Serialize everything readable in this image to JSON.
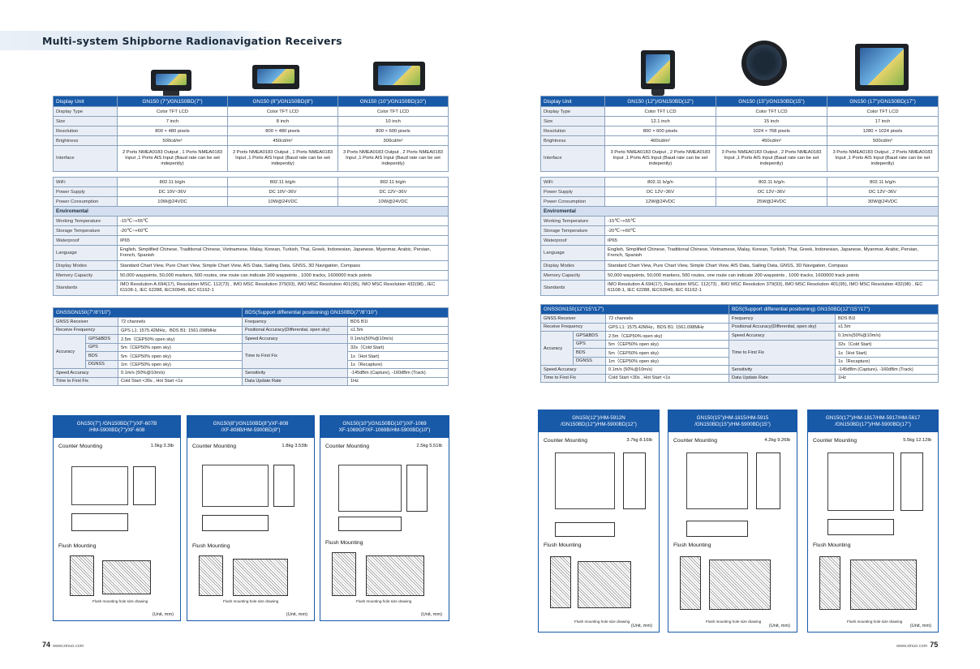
{
  "title": "Multi-system Shipborne Radionavigation Receivers",
  "footer": {
    "left_page": "74",
    "right_page": "75",
    "site": "www.xinuo.com"
  },
  "left": {
    "headers": [
      "Display Unit",
      "GN150 (7\")/GN150BD(7\")",
      "GN150 (8\")/GN150BD(8\")",
      "GN150 (10\")/GN150BD(10\")"
    ],
    "display": [
      [
        "Display Type",
        "Color TFT LCD",
        "Color TFT LCD",
        "Color TFT LCD"
      ],
      [
        "Size",
        "7 inch",
        "8 inch",
        "10 inch"
      ],
      [
        "Resolution",
        "800 × 480 pixels",
        "800 × 480 pixels",
        "800 × 600 pixels"
      ],
      [
        "Brightness",
        "500cd/m²",
        "450cd/m²",
        "300cd/m²"
      ]
    ],
    "interface": [
      "Interface",
      "2 Ports NMEA0183 Output , 1 Ports NMEA0183 Input ,1 Ports AIS Input (Baud rate can be set indepently)",
      "2 Ports NMEA0183 Output , 1 Ports NMEA0183 Input ,1 Ports AIS Input (Baud rate can be set indepently)",
      "3 Ports NMEA0183 Output , 2 Ports NMEA0183 Input ,1 Ports AIS Input (Baud rate can be set indepently)"
    ],
    "power": [
      [
        "WiFi",
        "802.11 b/g/n",
        "802.11 b/g/n",
        "802.11 b/g/n"
      ],
      [
        "Power Supply",
        "DC 10V~36V",
        "DC 10V~36V",
        "DC 12V~36V"
      ],
      [
        "Power Consumption",
        "10W@24VDC",
        "10W@24VDC",
        "10W@24VDC"
      ]
    ],
    "env_title": "Enviromental",
    "env": [
      [
        "Working Temperature",
        "-15℃~+55℃"
      ],
      [
        "Storage Temperature",
        "-20℃~+60℃"
      ],
      [
        "Waterproof",
        "IP65"
      ]
    ],
    "language": [
      "Language",
      "English, Simplified Chinese, Traditional Chinese, Vietnamese, Malay, Korean, Turkish, Thai, Greek, Indonesian, Japanese, Myanmar, Arabic, Persian, French, Spanish"
    ],
    "modes": [
      [
        "Display Modes",
        "Standard Chart View, Pure Chart View, Simple Chart View, AIS Data, Sailing Data, GNSS, 3D Navigation, Compass"
      ],
      [
        "Memory Capacity",
        "50,000 waypoints, 50,000 markers, 500 routes, one route can indicate 200 waypoints , 1000 tracks, 1600000 track points"
      ]
    ],
    "standards": [
      "Standards",
      "IMO Resolution A.694(17), Resolution MSC. 112(73) , IMO MSC Resolution 379(93), IMO MSC Resolution 401(95), IMO MSC Resolution 432(98) , IEC 61108-1, IEC 62288, IEC60945, IEC 61162-1"
    ],
    "gnss_title": "GNSSGN150(7\"/8\"/10\")",
    "bds_title": "BDS(Support differential positioning) GN150BD(7\"/8\"/10\")"
  },
  "right": {
    "headers": [
      "Display Unit",
      "GN150 (12\")/GN150BD(12\")",
      "GN150 (15\")/GN150BD(15\")",
      "GN150 (17\")/GN150BD(17\")"
    ],
    "display": [
      [
        "Display Type",
        "Color TFT LCD",
        "Color TFT LCD",
        "Color TFT LCD"
      ],
      [
        "Size",
        "12.1 inch",
        "15 inch",
        "17 inch"
      ],
      [
        "Resolution",
        "800 × 600 pixels",
        "1024 × 768 pixels",
        "1280 × 1024 pixels"
      ],
      [
        "Brightness",
        "400cd/m²",
        "450cd/m²",
        "500cd/m²"
      ]
    ],
    "interface": [
      "Interface",
      "3 Ports NMEA0183 Output , 2 Ports NMEA0183 Input ,1 Ports AIS Input (Baud rate can be set indepently)",
      "3 Ports NMEA0183 Output , 2 Ports NMEA0183 Input ,1 Ports AIS Input (Baud rate can be set indepently)",
      "3 Ports NMEA0183 Output , 2 Ports NMEA0183 Input ,1 Ports AIS Input (Baud rate can be set indepently)"
    ],
    "power": [
      [
        "WiFi",
        "802.11 b/g/n",
        "802.11 b/g/n",
        "802.11 b/g/n"
      ],
      [
        "Power Supply",
        "DC 12V~36V",
        "DC 12V~36V",
        "DC 12V~36V"
      ],
      [
        "Power Consumption",
        "12W@24VDC",
        "25W@24VDC",
        "30W@24VDC"
      ]
    ],
    "env_title": "Enviromental",
    "env": [
      [
        "Working Temperature",
        "-15℃~+55℃"
      ],
      [
        "Storage Temperature",
        "-20℃~+60℃"
      ],
      [
        "Waterproof",
        "IP65"
      ]
    ],
    "language": [
      "Language",
      "English, Simplified Chinese, Traditional Chinese, Vietnamese, Malay, Korean, Turkish, Thai, Greek, Indonesian, Japanese, Myanmar, Arabic, Persian, French, Spanish"
    ],
    "modes": [
      [
        "Display Modes",
        "Standard Chart View, Pure Chart View, Simple Chart View, AIS Data, Sailing Data, GNSS, 3D Navigation, Compass"
      ],
      [
        "Memory Capacity",
        "50,000 waypoints, 50,000 markers, 500 routes, one route can indicate 200 waypoints , 1000 tracks, 1600000 track points"
      ]
    ],
    "standards": [
      "Standards",
      "IMO Resolution A.694(17), Resolution MSC. 112(73) , IMO MSC Resolution 379(93), IMO MSC Resolution 401(95), IMO MSC Resolution 432(98) , IEC 61108-1, IEC 62288, IEC60945, IEC 61162-1"
    ],
    "gnss_title": "GNSSGN150(12\"/15\"/17\")",
    "bds_title": "BDS(Support differential positioning) GN150BD(12\"/15\"/17\")"
  },
  "gnss": {
    "receiver": [
      "GNSS Receiver",
      "72 channels"
    ],
    "frequency": [
      "Receive Frequency",
      "GPS L1: 1575.42MHz，BDS B1: 1561.098MHz"
    ],
    "accuracy_label": "Accuracy",
    "accuracy": [
      [
        "GPS&BDS",
        "2.5m（CEP50% open sky)"
      ],
      [
        "GPS",
        "5m（CEP50% open sky)"
      ],
      [
        "BDS",
        "5m（CEP50% open sky)"
      ],
      [
        "DGNSS",
        "1m（CEP50% open sky)"
      ]
    ],
    "speed": [
      "Speed Accuracy",
      "0.1m/s (50%@10m/s)"
    ],
    "ttff": [
      "Time to First Fix",
      "Cold Start <30s , Hot Start <1s"
    ]
  },
  "bds": {
    "frequency": [
      "Frequency",
      "BDS B1I"
    ],
    "positional": [
      "Positional Accuracy(Differential, open sky)",
      "≤1.5m"
    ],
    "speed": [
      "Speed Accuracy",
      "0.1m/s(50%@10m/s)"
    ],
    "ttff_label": "Time to First Fix",
    "ttff": [
      "32s（Cold Start)",
      "1s（Hot Start)",
      "1s（Recapture)"
    ],
    "sensitivity": [
      "Sensitivity",
      "-145dBm (Capture), -160dBm (Track)"
    ],
    "update": [
      "Data Update Rate",
      "1Hz"
    ]
  },
  "cards": [
    {
      "head1": "GN150(7\") /GN150BD(7\")/XF-607B",
      "head2": "/HM-5900BD(7\")/XF-608",
      "weight": "1.5kg   3.3lb"
    },
    {
      "head1": "GN150(8\")/GN150BD(8\")/XF-808",
      "head2": "/XF-808B/HM-5900BD(8\")",
      "weight": "1.8kg   3.53lb"
    },
    {
      "head1": "GN150(10\")/GN150BD(10\")/XF-1069",
      "head2": "XF-1069GF/XF-1069B/HM-5900BD(10\")",
      "weight": "2.5kg   5.51lb"
    },
    {
      "head1": "GN150(12\")/HM-5912N",
      "head2": "/GN150BD(12\")/HM-5900BD(12\")",
      "weight": "3.7kg   8.16lb"
    },
    {
      "head1": "GN150(15\")/HM-1815/HM-5915",
      "head2": "/GN150BD(15\")/HM-5900BD(15\")",
      "weight": "4.2kg   9.26lb"
    },
    {
      "head1": "GN150(17\")/HM-1817/HM-5917/HM-5617",
      "head2": "/GN150BD(17\")/HM-5900BD(17\")",
      "weight": "5.5kg   12.12lb"
    }
  ],
  "card_labels": {
    "counter": "Counter Mounting",
    "flush": "Flush Mounting",
    "hole": "Flush mounting hole size drawing",
    "unit": "(Unit, mm)"
  }
}
